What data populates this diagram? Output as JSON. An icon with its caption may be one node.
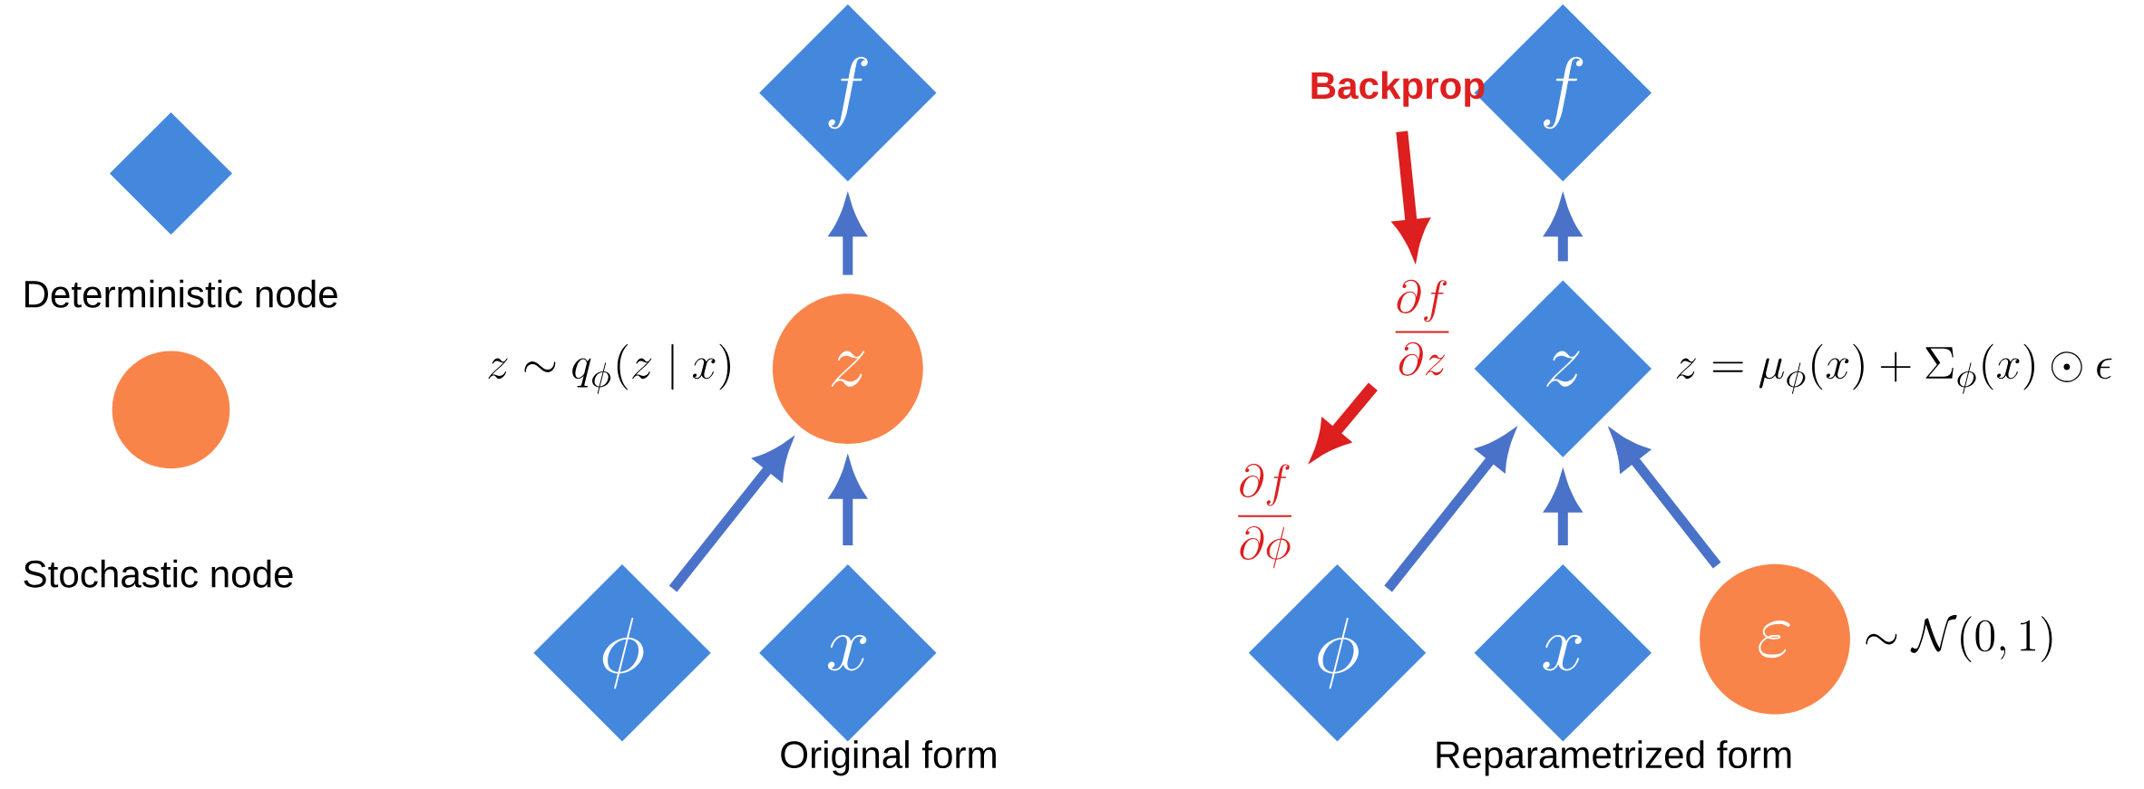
{
  "diagram": {
    "nodes": [
      {
        "text": [
          "f"
        ]
      },
      {
        "text": [
          "z"
        ],
        "beside": [
          "z \\sim q_{\\phi}(z \\mid x)"
        ]
      },
      {
        "text": [
          "\\phi"
        ]
      },
      {
        "text": [
          "x"
        ]
      },
      {
        "text": [
          "f"
        ]
      },
      {
        "text": [
          "z"
        ],
        "beside": [
          "z = \\mu_{\\phi}(x) + \\Sigma_{\\phi}(x) \\odot \\epsilon"
        ]
      },
      {
        "text": [
          "\\phi"
        ]
      },
      {
        "text": [
          "x"
        ]
      },
      {
        "text": [
          "\\varepsilon"
        ],
        "beside": [
          "\\sim\\mathcal{N}(0,1)"
        ]
      },
      {
        "text": [
          "Backprop"
        ]
      },
      {
        "text": [
          "\\frac{\\partial f}{\\partial z}"
        ]
      },
      {
        "text": [
          "\\frac{\\partial f}{\\partial \\phi}"
        ]
      }
    ],
    "edges": [
      {
        "from": 1,
        "to": 0,
        "arrow": "to"
      },
      {
        "from": 2,
        "to": 1,
        "arrow": "to"
      },
      {
        "from": 3,
        "to": 1,
        "arrow": "to"
      },
      {
        "from": 5,
        "to": 4,
        "arrow": "to"
      },
      {
        "from": 6,
        "to": 5,
        "arrow": "to"
      },
      {
        "from": 7,
        "to": 5,
        "arrow": "to"
      },
      {
        "from": 8,
        "to": 5,
        "arrow": "to"
      },
      {
        "from": 9,
        "to": 10,
        "arrow": "to",
        "color": "#dd1f1f"
      },
      {
        "from": 10,
        "to": 11,
        "arrow": "to",
        "color": "#dd1f1f"
      }
    ],
    "labels": [
      "Original form",
      "Reparametrized form"
    ],
    "legend": [
      {
        "text": "Deterministic node"
      },
      {
        "text": "Stochastic node"
      }
    ]
  }
}
